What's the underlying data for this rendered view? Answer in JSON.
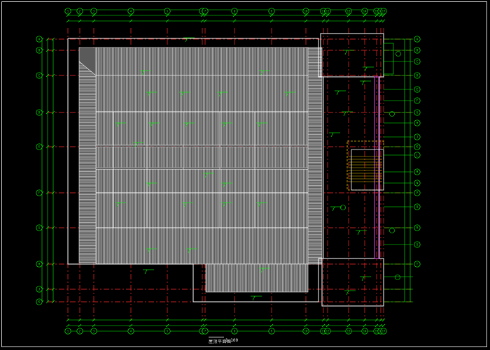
{
  "drawing": {
    "title": "屋顶平面图",
    "scale": "1:100"
  },
  "colors": {
    "background": "#000000",
    "axis_line": "#ff2a2a",
    "dimension": "#00ff00",
    "roof_hatch": "#d6d6d6",
    "roof_fill": "#5a5a5a",
    "outline": "#ffffff",
    "magenta_wall": "#ff4dff",
    "stair_yellow": "#e0c000"
  },
  "grid_bubbles": {
    "top": [
      "1",
      "2",
      "3",
      "4",
      "5",
      "6",
      "7",
      "8",
      "9",
      "10",
      "11",
      "12",
      "13",
      "14",
      "15",
      "16",
      "17"
    ],
    "left": [
      "A",
      "B",
      "C",
      "D",
      "E",
      "F",
      "G",
      "H",
      "J",
      "K"
    ],
    "right": [
      "A",
      "B",
      "C",
      "D",
      "E",
      "F",
      "G",
      "H",
      "J",
      "K",
      "L",
      "M",
      "N",
      "P",
      "Q",
      "R",
      "S",
      "T"
    ]
  }
}
